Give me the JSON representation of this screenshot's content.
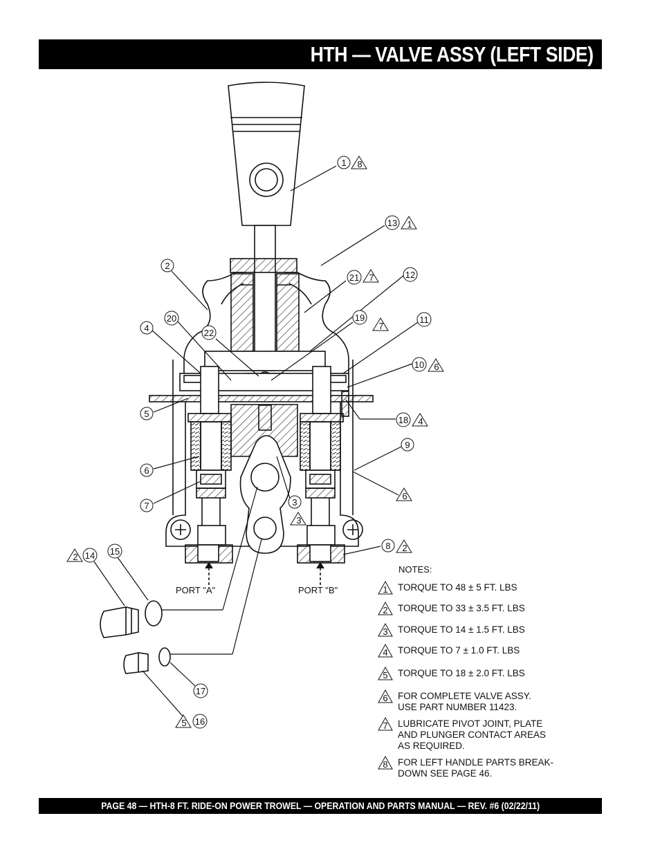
{
  "header": {
    "title": "HTH — VALVE ASSY (LEFT SIDE)"
  },
  "footer": {
    "text": "PAGE 48 — HTH-8 FT.   RIDE-ON POWER TROWEL — OPERATION AND PARTS MANUAL — REV. #6 (02/22/11)"
  },
  "callouts": {
    "c1": "1",
    "c1t": "8",
    "c13": "13",
    "c13t": "1",
    "c2": "2",
    "c21": "21",
    "c21t": "7",
    "c12": "12",
    "c4": "4",
    "c20": "20",
    "c22": "22",
    "c19": "19",
    "c19t": "7",
    "c11": "11",
    "c10": "10",
    "c10t": "6",
    "c5": "5",
    "c18": "18",
    "c18t": "4",
    "c9": "9",
    "c6": "6",
    "c6t": "6",
    "c7": "7",
    "c3": "3",
    "c3t": "3",
    "c8": "8",
    "c8t": "2",
    "c14": "14",
    "c14t": "2",
    "c15": "15",
    "c17": "17",
    "c16": "16",
    "c16t": "5"
  },
  "ports": {
    "a": "PORT \"A\"",
    "b": "PORT \"B\""
  },
  "notes": {
    "title": "NOTES:",
    "items": [
      {
        "num": "1",
        "text": "TORQUE TO 48 ±  5 FT. LBS"
      },
      {
        "num": "2",
        "text": "TORQUE TO 33 ±  3.5 FT. LBS"
      },
      {
        "num": "3",
        "text": "TORQUE TO 14 ±  1.5 FT. LBS"
      },
      {
        "num": "4",
        "text": "TORQUE TO 7 ±  1.0 FT. LBS"
      },
      {
        "num": "5",
        "text": "TORQUE TO 18 ±  2.0 FT. LBS"
      },
      {
        "num": "6",
        "text": "FOR COMPLETE VALVE ASSY.\nUSE PART NUMBER 11423."
      },
      {
        "num": "7",
        "text": "LUBRICATE PIVOT JOINT, PLATE\nAND PLUNGER CONTACT AREAS\nAS REQUIRED."
      },
      {
        "num": "8",
        "text": "FOR LEFT HANDLE PARTS BREAK-\nDOWN SEE PAGE 46."
      }
    ]
  }
}
